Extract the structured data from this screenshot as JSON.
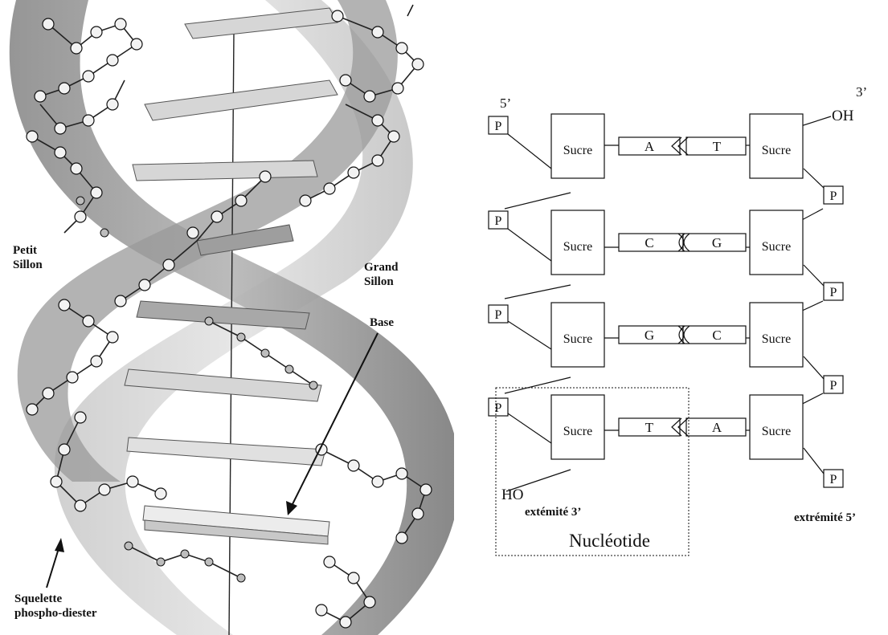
{
  "helix_figure": {
    "labels": {
      "minor_groove": "Petit\nSillon",
      "major_groove": "Grand\nSillon",
      "base": "Base",
      "backbone": "Squelette\nphospho-diester"
    }
  },
  "strand_schema": {
    "left_end_5": "5’",
    "right_end_3": "3’",
    "right_top_oh": "OH",
    "left_bottom_ho": "HO",
    "left_extremity": "extémité 3’",
    "right_extremity": "extrémité 5’",
    "nucleotide_label": "Nucléotide",
    "sugar_label": "Sucre",
    "phosphate_label": "P",
    "pairs": [
      {
        "left": "A",
        "right": "T",
        "link": "double"
      },
      {
        "left": "C",
        "right": "G",
        "link": "triple"
      },
      {
        "left": "G",
        "right": "C",
        "link": "triple"
      },
      {
        "left": "T",
        "right": "A",
        "link": "double"
      }
    ]
  }
}
